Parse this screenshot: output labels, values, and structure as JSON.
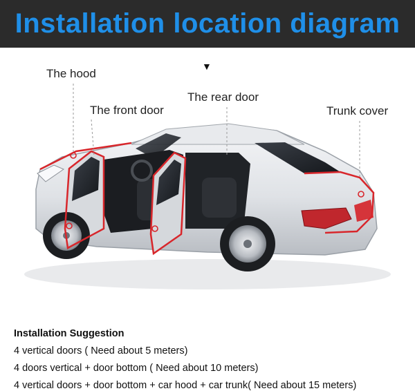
{
  "header": {
    "title": "Installation location diagram"
  },
  "labels": {
    "hood": "The hood",
    "front_door": "The front door",
    "rear_door": "The rear door",
    "trunk_cover": "Trunk cover"
  },
  "marker": {
    "glyph": "▼"
  },
  "suggestions": {
    "title": "Installation Suggestion",
    "options": [
      "4 vertical doors ( Need about 5 meters)",
      "4 doors vertical + door bottom ( Need about 10 meters)",
      "4 vertical doors + door bottom + car hood + car trunk( Need about 15 meters)"
    ]
  },
  "colors": {
    "header_bg": "#2b2b2b",
    "title_blue": "#1f8fe8",
    "seal_red": "#d8262b",
    "car_silver": "#dfe2e6"
  }
}
